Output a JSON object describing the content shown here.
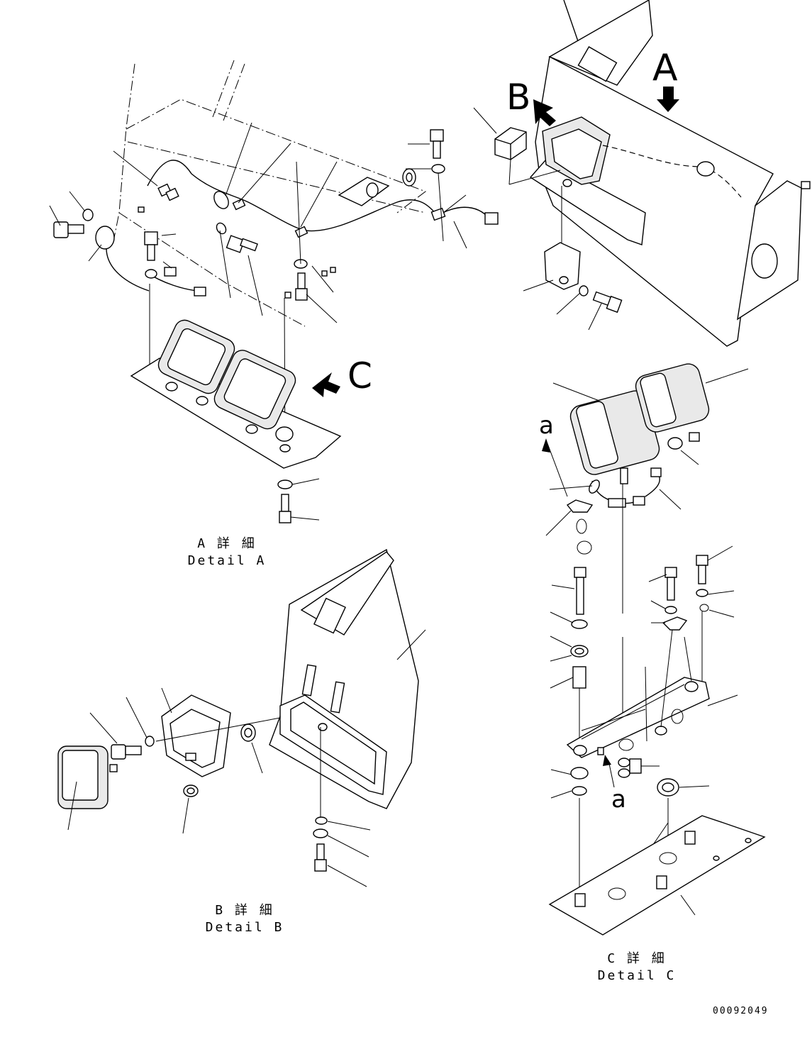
{
  "captions": {
    "detail_a": {
      "jp": "A 詳 細",
      "en": "Detail A"
    },
    "detail_b": {
      "jp": "B 詳 細",
      "en": "Detail B"
    },
    "detail_c": {
      "jp": "C 詳 細",
      "en": "Detail C"
    }
  },
  "view_labels": {
    "a_big": "A",
    "b_big": "B",
    "c_big": "C",
    "a_small_top": "a",
    "a_small_bottom": "a"
  },
  "document_number": "00092049"
}
